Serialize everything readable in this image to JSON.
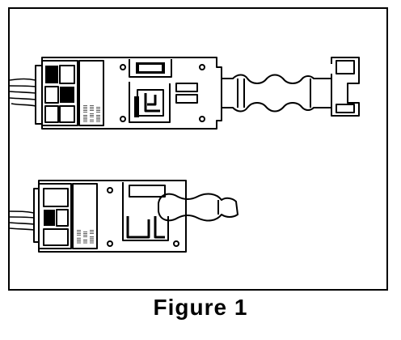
{
  "figure": {
    "caption": "Figure 1",
    "line_color": "#000000",
    "background": "#ffffff"
  },
  "upper_part": {
    "label_lines": [
      "IIIII IIIII",
      "II III IIII",
      "IIIII IIII"
    ]
  },
  "lower_part": {
    "label_lines": [
      "IIII IIII",
      "III IIII",
      "IIIII III"
    ]
  }
}
